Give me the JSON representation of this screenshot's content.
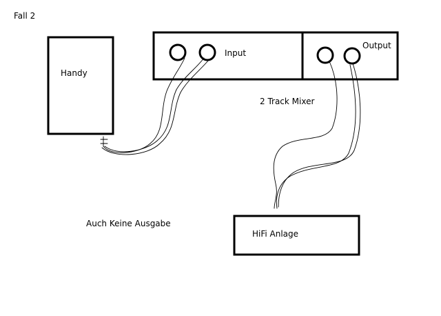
{
  "labels": {
    "case_title": "Fall 2",
    "phone": "Handy",
    "input": "Input",
    "output": "Output",
    "mixer": "2 Track Mixer",
    "hifi": "HiFi Anlage",
    "note": "Auch Keine Ausgabe"
  },
  "colors": {
    "ink": "#000000",
    "background": "#ffffff"
  }
}
